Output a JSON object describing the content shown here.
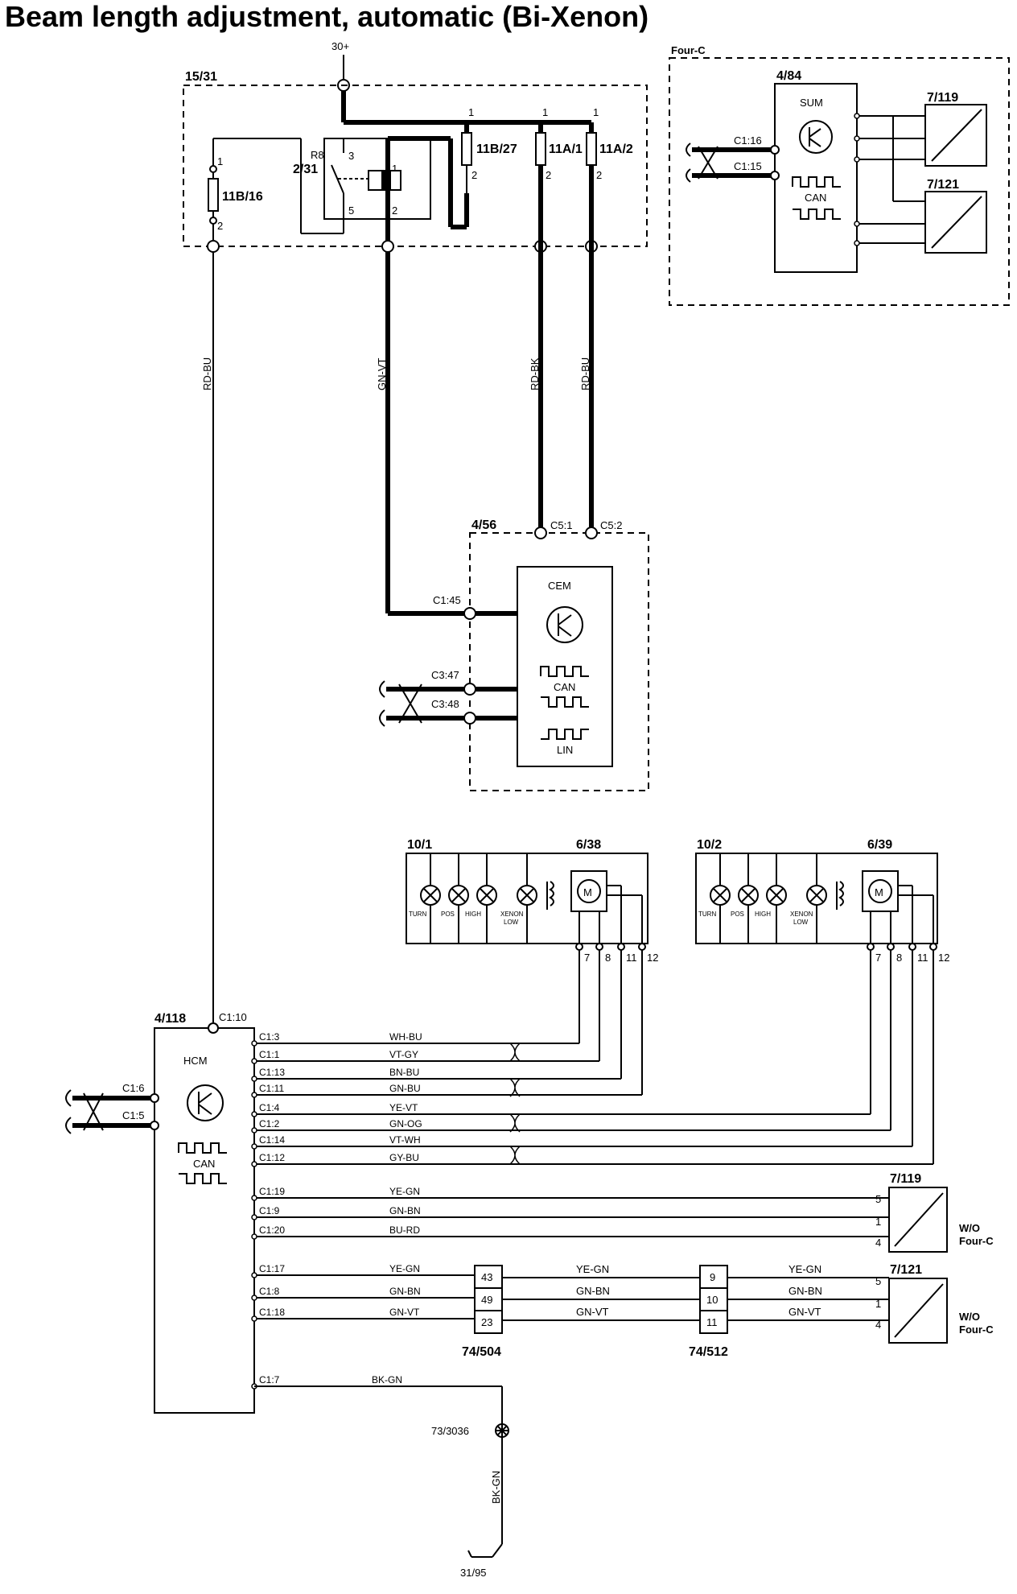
{
  "title": "Beam length adjustment, automatic (Bi-Xenon)",
  "power": "30+",
  "ground": "31/95",
  "ground_point": "73/3036",
  "relay_box": {
    "id": "15/31",
    "relay_id": "2/31",
    "relay": "R8",
    "pin3": "3",
    "pin5": "5",
    "pin1": "1",
    "pin2": "2"
  },
  "fuses": [
    {
      "id": "11B/16",
      "p1": "1",
      "p2": "2"
    },
    {
      "id": "11B/27",
      "p1": "1",
      "p2": "2"
    },
    {
      "id": "11A/1",
      "p1": "1",
      "p2": "2"
    },
    {
      "id": "11A/2",
      "p1": "1",
      "p2": "2"
    }
  ],
  "wires_top": [
    "RD-BU",
    "GN-VT",
    "RD-BK",
    "RD-BU"
  ],
  "four_c": {
    "label": "Four-C",
    "module_id": "4/84",
    "module_name": "SUM",
    "can": "CAN",
    "pin_a": "C1:16",
    "pin_b": "C1:15",
    "sensor_1": "7/119",
    "sensor_2": "7/121"
  },
  "cem": {
    "id": "4/56",
    "name": "CEM",
    "can": "CAN",
    "lin": "LIN",
    "pins": {
      "c51": "C5:1",
      "c52": "C5:2",
      "c145": "C1:45",
      "c347": "C3:47",
      "c348": "C3:48"
    }
  },
  "headlamps": [
    {
      "id": "10/1",
      "motor_id": "6/38",
      "lamps": [
        "TURN",
        "POS",
        "HIGH",
        "XENON",
        "LOW"
      ],
      "motor": "M",
      "pins": [
        "7",
        "8",
        "11",
        "12"
      ]
    },
    {
      "id": "10/2",
      "motor_id": "6/39",
      "lamps": [
        "TURN",
        "POS",
        "HIGH",
        "XENON",
        "LOW"
      ],
      "motor": "M",
      "pins": [
        "7",
        "8",
        "11",
        "12"
      ]
    }
  ],
  "hcm": {
    "id": "4/118",
    "name": "HCM",
    "can": "CAN",
    "top_pin": "C1:10",
    "can_pins": [
      "C1:6",
      "C1:5"
    ],
    "pins": [
      {
        "pin": "C1:3",
        "wire": "WH-BU"
      },
      {
        "pin": "C1:1",
        "wire": "VT-GY"
      },
      {
        "pin": "C1:13",
        "wire": "BN-BU"
      },
      {
        "pin": "C1:11",
        "wire": "GN-BU"
      },
      {
        "pin": "C1:4",
        "wire": "YE-VT"
      },
      {
        "pin": "C1:2",
        "wire": "GN-OG"
      },
      {
        "pin": "C1:14",
        "wire": "VT-WH"
      },
      {
        "pin": "C1:12",
        "wire": "GY-BU"
      },
      {
        "pin": "C1:19",
        "wire": "YE-GN"
      },
      {
        "pin": "C1:9",
        "wire": "GN-BN"
      },
      {
        "pin": "C1:20",
        "wire": "BU-RD"
      },
      {
        "pin": "C1:17",
        "wire": "YE-GN"
      },
      {
        "pin": "C1:8",
        "wire": "GN-BN"
      },
      {
        "pin": "C1:18",
        "wire": "GN-VT"
      },
      {
        "pin": "C1:7",
        "wire": "BK-GN"
      }
    ]
  },
  "ground_wire": "BK-GN",
  "sensor_a": {
    "id": "7/119",
    "pins": [
      "5",
      "1",
      "4"
    ],
    "note1": "W/O",
    "note2": "Four-C"
  },
  "sensor_b": {
    "id": "7/121",
    "pins": [
      "5",
      "1",
      "4"
    ],
    "note1": "W/O",
    "note2": "Four-C"
  },
  "connector_1": {
    "id": "74/504",
    "pins": [
      "43",
      "49",
      "23"
    ]
  },
  "connector_2": {
    "id": "74/512",
    "pins": [
      "9",
      "10",
      "11"
    ]
  },
  "mid_wires": [
    "YE-GN",
    "GN-BN",
    "GN-VT"
  ],
  "far_wires": [
    "YE-GN",
    "GN-BN",
    "GN-VT"
  ]
}
